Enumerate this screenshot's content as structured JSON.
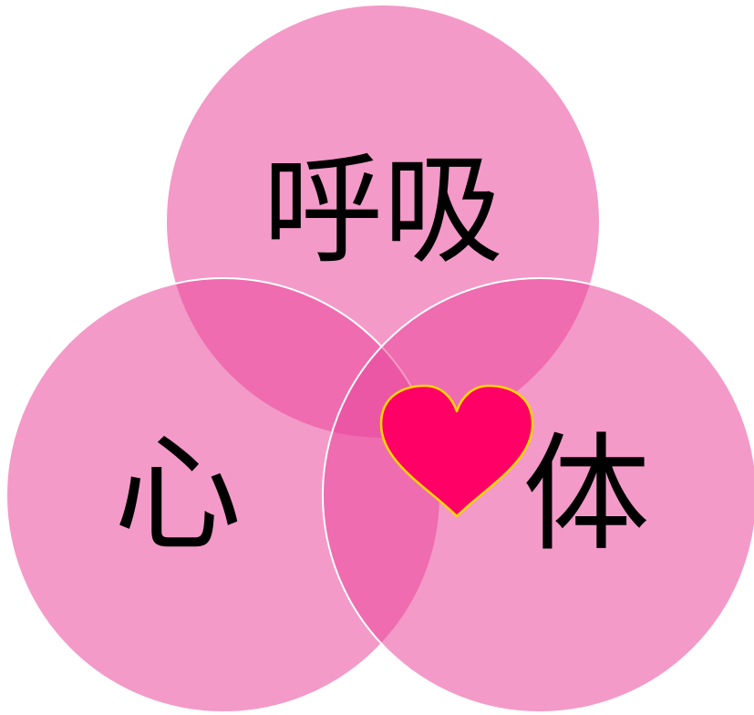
{
  "diagram": {
    "type": "venn-3",
    "circles": [
      {
        "id": "top",
        "label": "呼吸"
      },
      {
        "id": "left",
        "label": "心"
      },
      {
        "id": "right",
        "label": "体"
      }
    ],
    "center_icon": "heart-icon"
  },
  "colors": {
    "circle_fill": "#e9479a",
    "circle_opacity": 0.55,
    "circle_stroke": "#ffffff",
    "heart_fill": "#ff0066",
    "heart_stroke": "#ffd700",
    "label_color": "#000000"
  }
}
